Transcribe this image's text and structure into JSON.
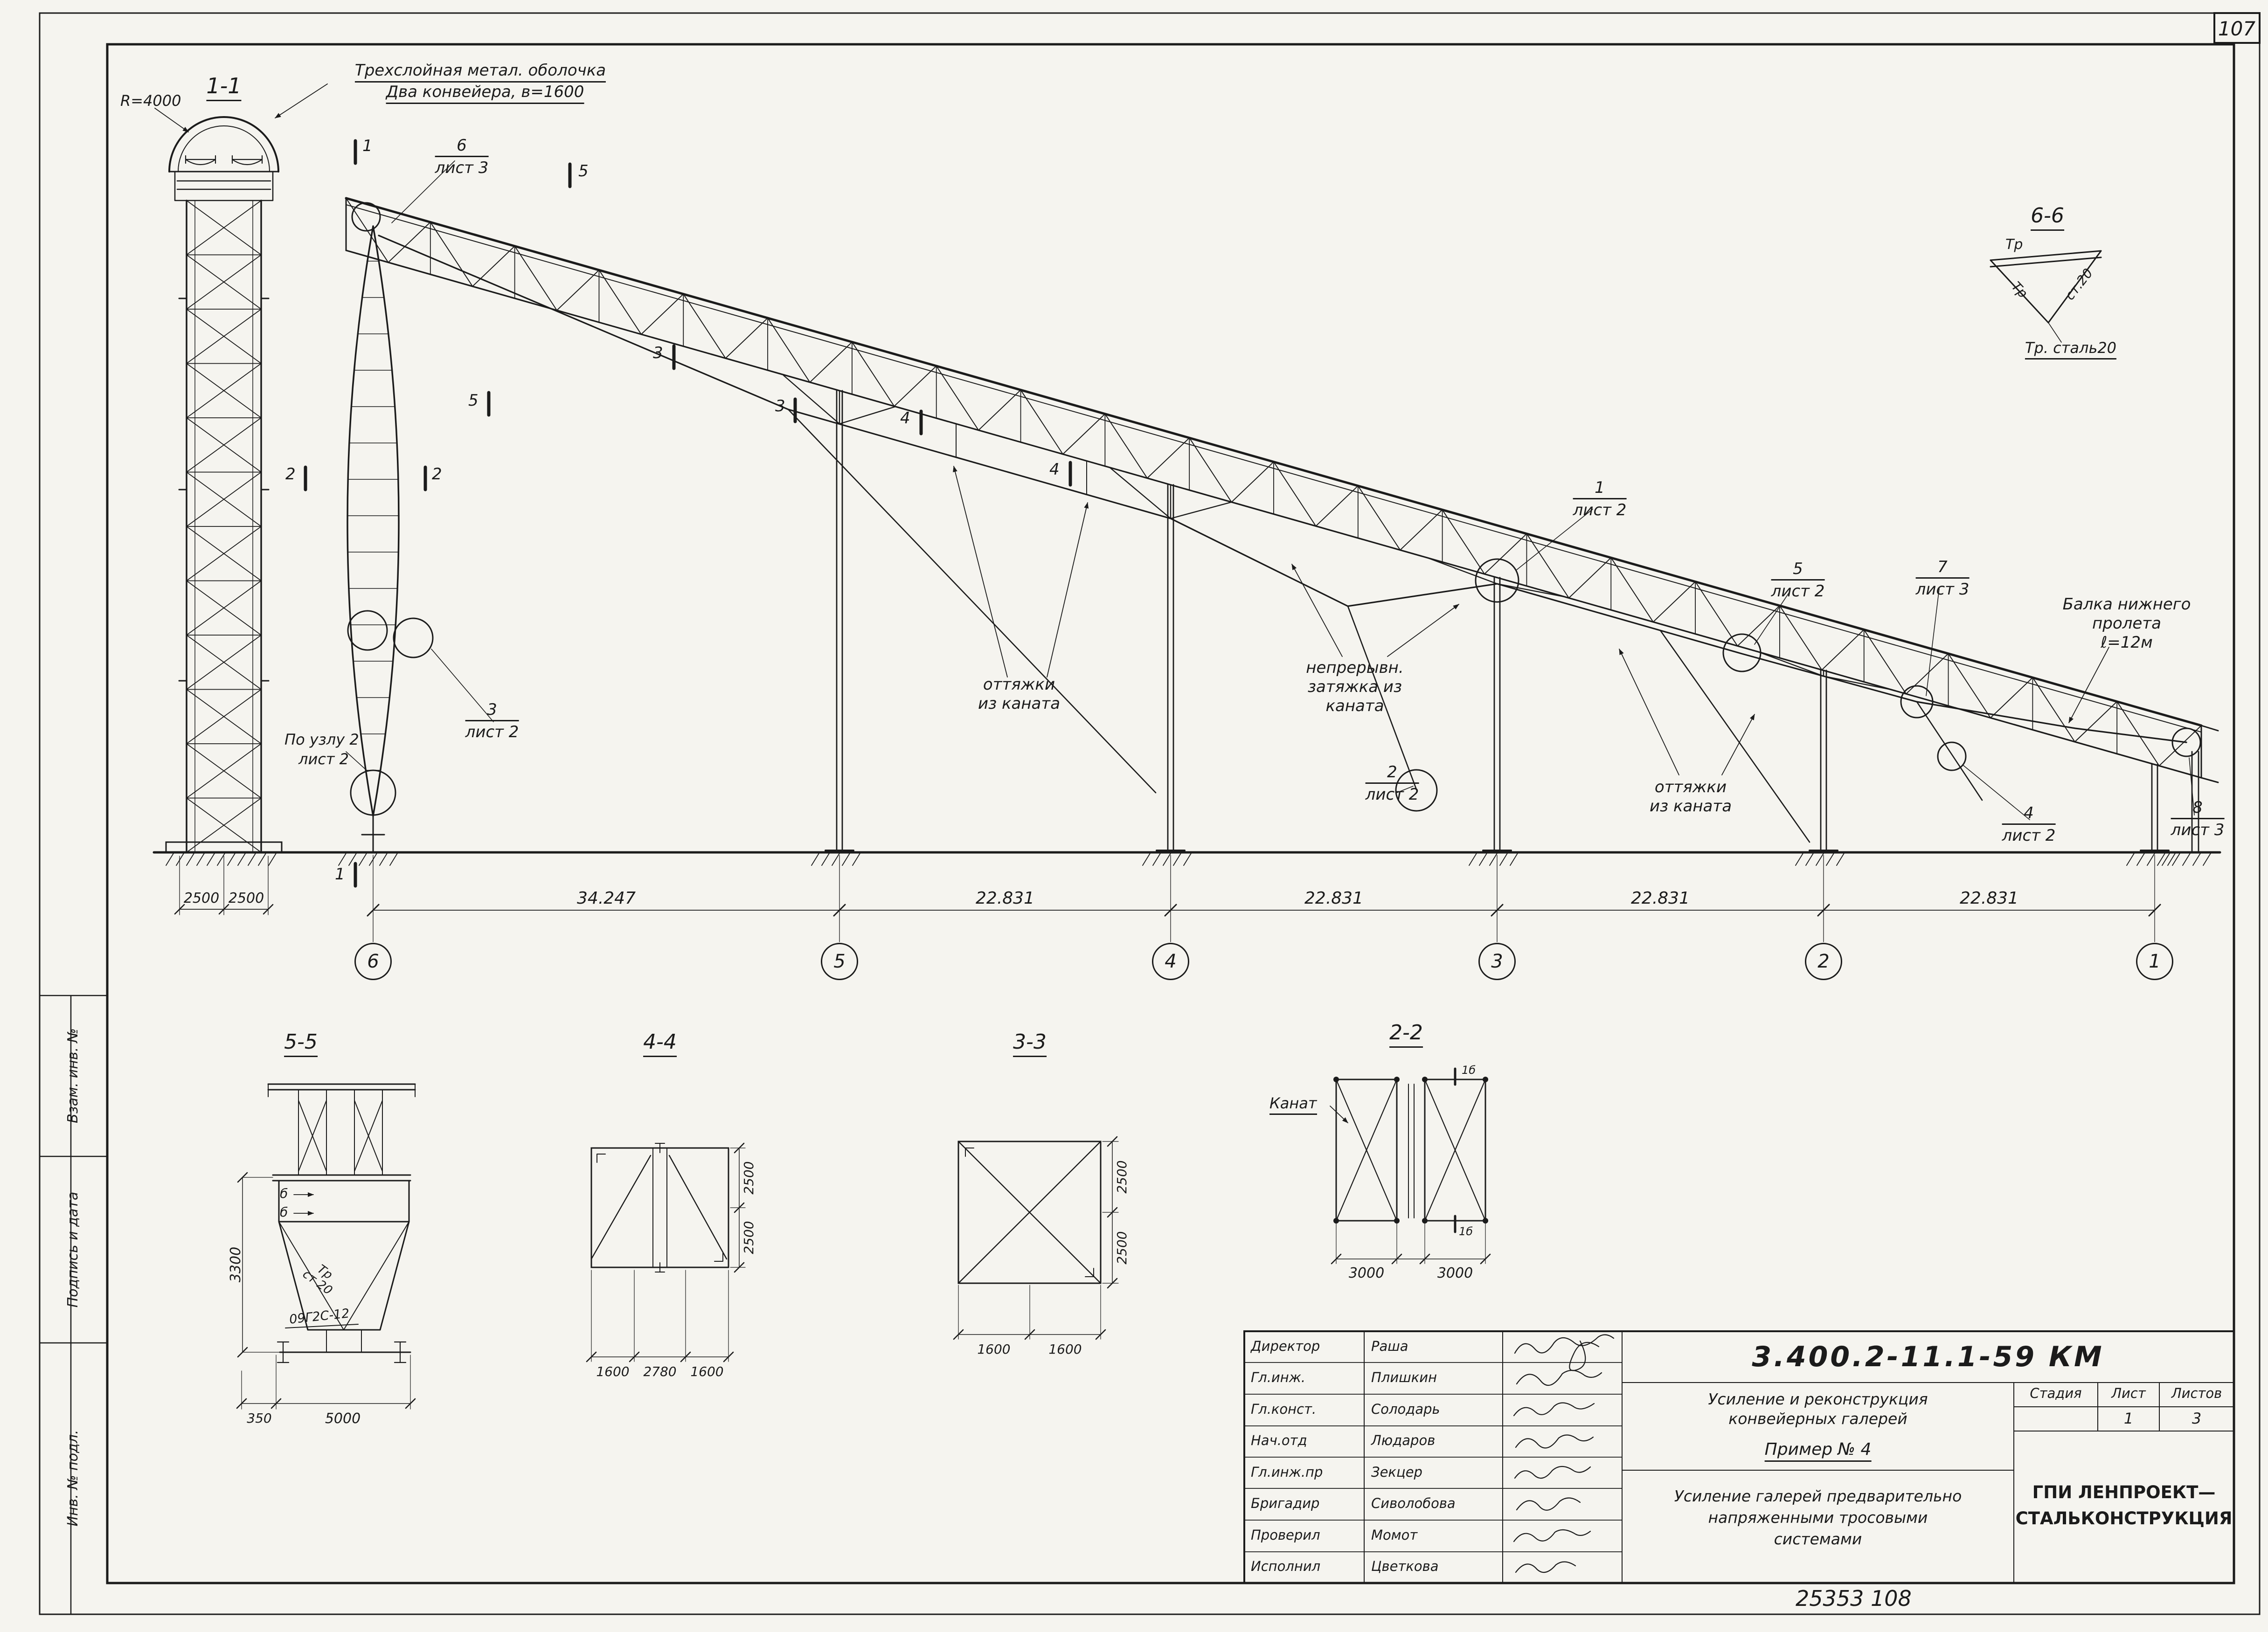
{
  "page": {
    "number": "107",
    "frame_stamp": "25353  108"
  },
  "side_strip": {
    "top": "Взам. инв. №",
    "middle": "Подпись и дата",
    "bottom": "Инв. № подл."
  },
  "main_view": {
    "section_title": "1-1",
    "radius": "R=4000",
    "note_line1": "Трехслойная метал. оболочка",
    "note_line2": "Два конвейера, в=1600",
    "callout_6": {
      "num": "6",
      "sheet": "лист 3"
    },
    "callout_1": {
      "num": "1",
      "sheet": "лист 2"
    },
    "callout_5": {
      "num": "5",
      "sheet": "лист 2"
    },
    "callout_7": {
      "num": "7",
      "sheet": "лист 3"
    },
    "callout_2": {
      "num": "2",
      "sheet": "лист 2"
    },
    "callout_4": {
      "num": "4",
      "sheet": "лист 2"
    },
    "callout_8": {
      "num": "8",
      "sheet": "лист 3"
    },
    "callout_3": {
      "num": "3",
      "sheet": "лист 2"
    },
    "node_note": {
      "line1": "По узлу 2",
      "line2": "лист 2"
    },
    "beam_note": {
      "line1": "Балка нижнего",
      "line2": "пролета",
      "line3": "ℓ=12м"
    },
    "guy_note1": {
      "line1": "оттяжки",
      "line2": "из каната"
    },
    "tie_note": {
      "line1": "непрерывн.",
      "line2": "затяжка из",
      "line3": "каната"
    },
    "guy_note2": {
      "line1": "оттяжки",
      "line2": "из каната"
    },
    "cut_marks": {
      "c1t": "1",
      "c1b": "1",
      "c2l": "2",
      "c2r": "2",
      "c5t": "5",
      "c5b": "5",
      "c3t": "3",
      "c3b": "3",
      "c4t": "4",
      "c4b": "4"
    },
    "tower_dim_left": "2500",
    "tower_dim_right": "2500",
    "span_dims": [
      "34.247",
      "22.831",
      "22.831",
      "22.831",
      "22.831"
    ],
    "grid_bubbles": [
      "6",
      "5",
      "4",
      "3",
      "2",
      "1"
    ]
  },
  "detail_66": {
    "title": "6-6",
    "label_top": "Тр",
    "label_left": "Тр",
    "label_right": "ст.20",
    "note": "Тр. сталь20"
  },
  "section_55": {
    "title": "5-5",
    "b_mark1": "б",
    "b_mark2": "б",
    "tr": "Тр",
    "st": "ст 20",
    "steel": "09Г2С-12",
    "dim_3300": "3300",
    "dim_350": "350",
    "dim_5000": "5000"
  },
  "section_44": {
    "title": "4-4",
    "dims_bottom": [
      "1600",
      "2780",
      "1600"
    ],
    "dims_right": [
      "2500",
      "2500"
    ]
  },
  "section_33": {
    "title": "3-3",
    "dims_bottom": [
      "1600",
      "1600"
    ],
    "dims_right": [
      "2500",
      "2500"
    ]
  },
  "section_22": {
    "title": "2-2",
    "cable_label": "Канат",
    "marker_top": "1б",
    "marker_bottom": "1б",
    "dims_bottom": [
      "3000",
      "3000"
    ]
  },
  "title_block": {
    "rows": [
      {
        "role": "Директор",
        "name": "Раша"
      },
      {
        "role": "Гл.инж.",
        "name": "Плишкин"
      },
      {
        "role": "Гл.конст.",
        "name": "Солодарь"
      },
      {
        "role": "Нач.отд",
        "name": "Людаров"
      },
      {
        "role": "Гл.инж.пр",
        "name": "Зекцер"
      },
      {
        "role": "Бригадир",
        "name": "Сиволобова"
      },
      {
        "role": "Проверил",
        "name": "Момот"
      },
      {
        "role": "Исполнил",
        "name": "Цветкова"
      }
    ],
    "doc_code": "3.400.2-11.1-59 КМ",
    "project_line1": "Усиление и реконструкция",
    "project_line2": "конвейерных галерей",
    "example": "Пример № 4",
    "stage_table": {
      "headers": [
        "Стадия",
        "Лист",
        "Листов"
      ],
      "values": [
        "",
        "1",
        "3"
      ]
    },
    "description_line1": "Усиление галерей предварительно",
    "description_line2": "напряженными тросовыми",
    "description_line3": "системами",
    "org_line1": "ГПИ ЛЕНПРОЕКТ—",
    "org_line2": "СТАЛЬКОНСТРУКЦИЯ"
  }
}
